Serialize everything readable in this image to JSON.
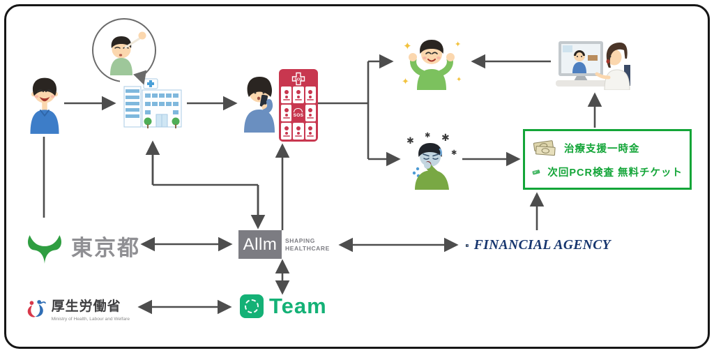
{
  "colors": {
    "arrow": "#4d4d4d",
    "app_red": "#c8374f",
    "benefit_green": "#13a538",
    "team_green": "#14b176",
    "tokyo_green": "#2f9e41",
    "fa_navy": "#16356e",
    "fa_gold": "#c9a227",
    "mhlw_red": "#d8384a",
    "mhlw_blue": "#2f6eb5"
  },
  "app": {
    "header_label": "SOS",
    "sos_tile_label": "SOS"
  },
  "benefits": {
    "items": [
      {
        "icon": "banknotes-icon",
        "label": "治療支援一時金"
      },
      {
        "icon": "ticket-icon",
        "label": "次回PCR検査 無料チケット"
      }
    ]
  },
  "logos": {
    "tokyo": {
      "label": "東京都"
    },
    "allm": {
      "wordmark": "Allm",
      "tagline_line1": "SHAPING",
      "tagline_line2": "HEALTHCARE"
    },
    "financial_agency": {
      "label": "FINANCIAL AGENCY"
    },
    "mhlw": {
      "label": "厚生労働省",
      "subtitle": "Ministry of Health, Labour and Welfare"
    },
    "team": {
      "wordmark": "Team"
    }
  }
}
